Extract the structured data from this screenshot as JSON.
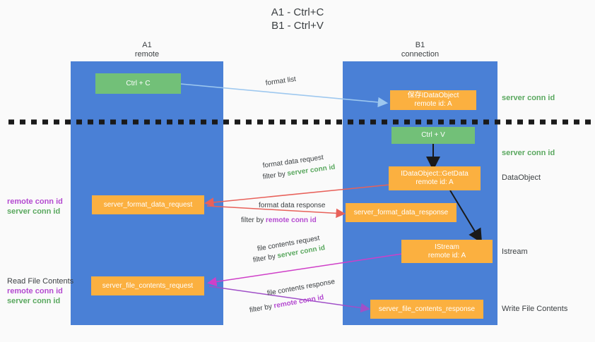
{
  "title": {
    "line1": "A1 - Ctrl+C",
    "line2": "B1 - Ctrl+V"
  },
  "panels": [
    {
      "name": "A1",
      "sub": "remote"
    },
    {
      "name": "B1",
      "sub": "connection"
    }
  ],
  "nodes": {
    "ctrl_c": "Ctrl + C",
    "ctrl_v": "Ctrl + V",
    "save_idataobject_l1": "保存IDataObject",
    "save_idataobject_l2": "remote id: A",
    "getdata_l1": "IDataObject::GetData",
    "getdata_l2": "remote id: A",
    "istream_l1": "IStream",
    "istream_l2": "remote id: A",
    "server_format_data_request": "server_format_data_request",
    "server_format_data_response": "server_format_data_response",
    "server_file_contents_request": "server_file_contents_request",
    "server_file_contents_response": "server_file_contents_response"
  },
  "side_labels": {
    "server_conn_id_top": "server conn id",
    "server_conn_id_mid": "server conn id",
    "dataobject": "DataObject",
    "istream": "Istream",
    "write_file_contents": "Write File Contents"
  },
  "left_labels": {
    "read_file_contents": "Read File Contents",
    "remote_conn_id_a": "remote conn id",
    "server_conn_id_a": "server conn id",
    "remote_conn_id_b": "remote conn id",
    "server_conn_id_b": "server conn id"
  },
  "edges": {
    "format_list": "format list",
    "format_data_request": "format data request",
    "format_data_request_filter_pre": "filter by ",
    "format_data_request_filter_key": "server conn id",
    "format_data_response": "format data response",
    "format_data_response_filter_pre": "filter by ",
    "format_data_response_filter_key": "remote conn id",
    "file_contents_request": "file contents request",
    "file_contents_request_filter_pre": "filter by ",
    "file_contents_request_filter_key": "server conn id",
    "file_contents_response": "file contents response",
    "file_contents_response_filter_pre": "filter by ",
    "file_contents_response_filter_key": "remote conn id"
  },
  "colors": {
    "panel": "#4a80d6",
    "green_node": "#72c078",
    "orange_node": "#fbb040",
    "server_conn_id": "#5aa85f",
    "remote_conn_id": "#b44ad0",
    "arrow_blue": "#9ec8ef",
    "arrow_red": "#e8615a",
    "arrow_magenta": "#cf3fc8",
    "arrow_purple": "#a04fc8",
    "arrow_black": "#1a1a1a",
    "divider": "#1a1a1a"
  }
}
